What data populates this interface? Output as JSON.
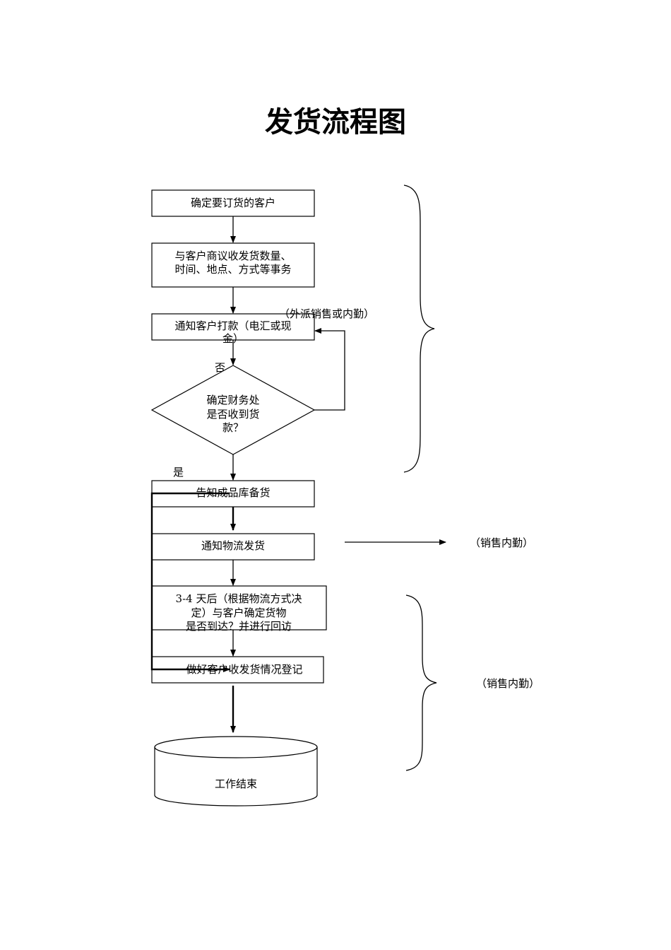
{
  "title": "发货流程图",
  "nodes": {
    "confirm_customer": "确定要订货的客户",
    "negotiate": [
      "与客户商议收发货数量、",
      "时间、地点、方式等事务"
    ],
    "notify_payment": [
      "通知客户打款（电汇或现",
      "金）"
    ],
    "decision": [
      "确定财务处",
      "是否收到货",
      "款？"
    ],
    "notify_warehouse": "告知成品库备货",
    "notify_logistics": "通知物流发货",
    "follow_up": [
      "3-4 天后（根据物流方式决",
      "定）与客户确定货物",
      "是否到达？并进行回访"
    ],
    "register": "做好客户收发货情况登记",
    "end": "工作结束"
  },
  "labels": {
    "no": "否",
    "yes": "是",
    "group1": "（外派销售或内勤）",
    "group2": "（销售内勤）",
    "group3": "（销售内勤）"
  }
}
